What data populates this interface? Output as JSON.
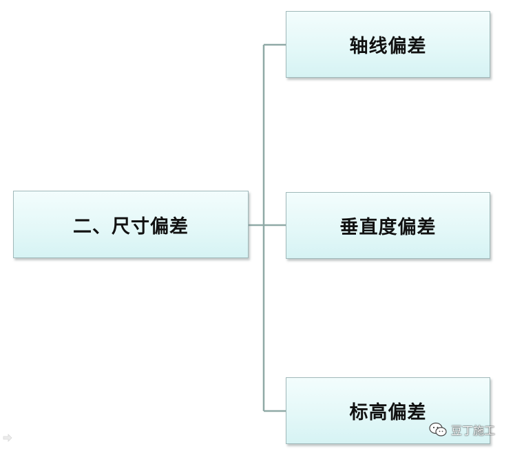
{
  "diagram": {
    "root": {
      "label": "二、尺寸偏差"
    },
    "children": [
      {
        "label": "轴线偏差"
      },
      {
        "label": "垂直度偏差"
      },
      {
        "label": "标高偏差"
      }
    ]
  },
  "watermark": {
    "text": "豆丁施工",
    "icon": "wechat-icon"
  },
  "colors": {
    "box_fill": "#e4f8f8",
    "box_border": "#9fb8b9",
    "connector": "#8fa9a6",
    "text": "#111111"
  }
}
